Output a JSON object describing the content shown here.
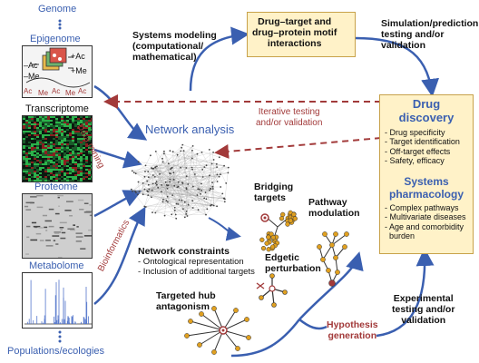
{
  "left_column": {
    "genome": "Genome",
    "epigenome": "Epigenome",
    "transcriptome": "Transcriptome",
    "proteome": "Proteome",
    "metabolome": "Metabolome",
    "populations": "Populations/ecologies",
    "epi_marks": {
      "ac_plus": "+Ac",
      "me_plus": "+Me",
      "ac_minus": "–Ac",
      "me_minus": "–Me",
      "ac": "Ac",
      "me": "Me"
    }
  },
  "side_labels": {
    "data_mining": "Data mining",
    "bioinformatics": "Bioinformatics"
  },
  "center": {
    "systems_modeling": "Systems modeling\n(computational/\nmathematical)",
    "network_analysis": "Network analysis",
    "iterative": "Iterative testing\nand/or validation",
    "network_constraints_title": "Network constraints",
    "network_constraints_items": "- Ontological representation\n- Inclusion of additional targets",
    "bridging_targets": "Bridging\ntargets",
    "pathway_modulation": "Pathway\nmodulation",
    "edgetic_perturbation": "Edgetic\nperturbation",
    "targeted_hub": "Targeted hub\nantagonism",
    "hypothesis": "Hypothesis\ngeneration"
  },
  "top_box": "Drug–target and\ndrug–protein motif\ninteractions",
  "simulation": "Simulation/prediction\ntesting and/or\nvalidation",
  "experimental": "Experimental\ntesting and/or\nvalidation",
  "right_box": {
    "drug_discovery_title": "Drug\ndiscovery",
    "drug_discovery_items": "- Drug specificity\n- Target identification\n- Off-target effects\n- Safety, efficacy",
    "sys_pharm_title": "Systems\npharmacology",
    "sys_pharm_items": "- Complex pathways\n- Multivariate diseases\n- Age and comorbidity\n  burden"
  },
  "colors": {
    "blue": "#3a5fb0",
    "red_dashed": "#a23a3a",
    "box_fill": "#fff2c8",
    "box_border": "#c8a24a",
    "node_orange": "#e0a020"
  }
}
